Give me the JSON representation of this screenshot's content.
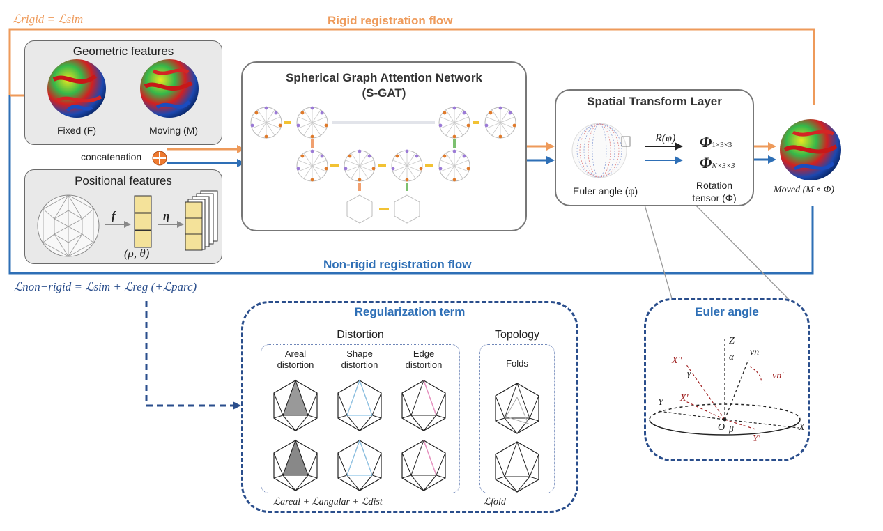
{
  "flows": {
    "rigid_title": "Rigid  registration flow",
    "rigid_loss": "ℒrigid = ℒsim",
    "nonrigid_title": "Non-rigid registration flow",
    "nonrigid_loss": "ℒnon−rigid = ℒsim + ℒreg  (+ℒparc)",
    "rigid_color": "#ee9a5a",
    "nonrigid_color": "#2e6fb6"
  },
  "geometric": {
    "title": "Geometric features",
    "fixed_label": "Fixed (F)",
    "moving_label": "Moving (M)"
  },
  "concat_label": "concatenation",
  "positional": {
    "title": "Positional features",
    "f_symbol": "f",
    "eta_symbol": "η",
    "coords": "(ρ, θ)"
  },
  "sgat": {
    "title_line1": "Spherical Graph Attention Network",
    "title_line2": "(S-GAT)"
  },
  "stl": {
    "title": "Spatial Transform Layer",
    "rot_label": "R(φ)",
    "phi_rigid": "Φ",
    "phi_rigid_sub": "1×3×3",
    "phi_nonrigid": "Φ",
    "phi_nonrigid_sub": "N×3×3",
    "euler_label": "Euler angle (φ)",
    "rotation_label_1": "Rotation",
    "rotation_label_2": "tensor (Φ)"
  },
  "moved_label": "Moved  (M ∘ Φ)",
  "regularization": {
    "title": "Regularization term",
    "distortion_title": "Distortion",
    "topology_title": "Topology",
    "areal": [
      "Areal",
      "distortion"
    ],
    "shape": [
      "Shape",
      "distortion"
    ],
    "edge": [
      "Edge",
      "distortion"
    ],
    "folds": "Folds",
    "distortion_loss": "ℒareal + ℒangular + ℒdist",
    "fold_loss": "ℒfold"
  },
  "euler_panel": {
    "title": "Euler angle",
    "axes": [
      "Z",
      "α",
      "vn",
      "vn'",
      "X''",
      "γ",
      "X'",
      "Y",
      "O",
      "β",
      "Y'",
      "X"
    ]
  }
}
